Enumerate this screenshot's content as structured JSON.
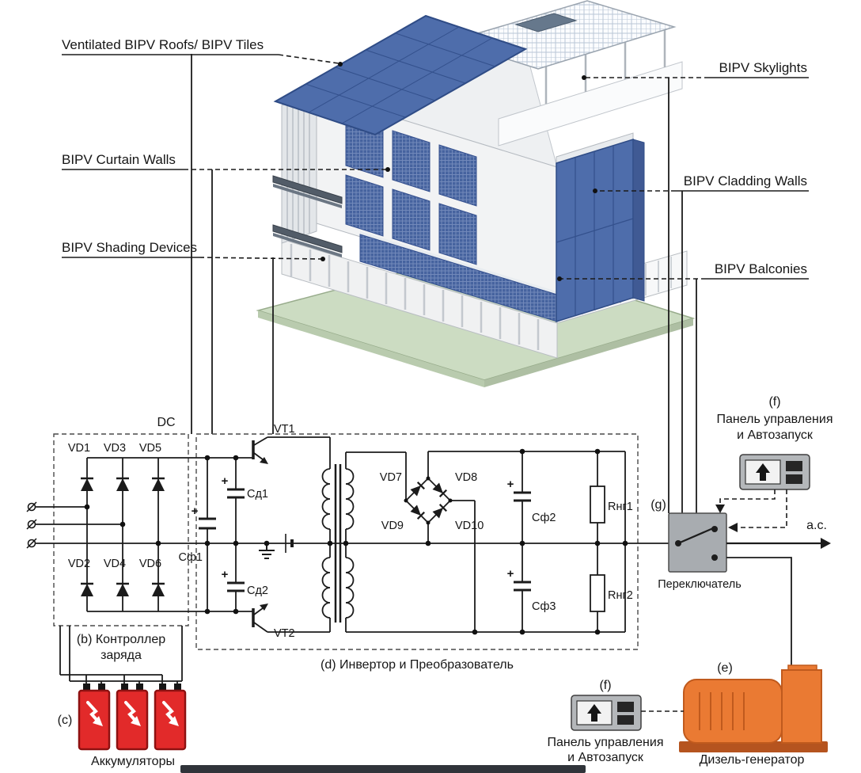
{
  "building": {
    "labels": {
      "roofs": "Ventilated BIPV Roofs/ BIPV Tiles",
      "curtain_walls": "BIPV Curtain Walls",
      "shading_devices": "BIPV Shading Devices",
      "skylights": "BIPV Skylights",
      "cladding_walls": "BIPV Cladding Walls",
      "balconies": "BIPV Balconies"
    }
  },
  "circuit": {
    "dc": "DC",
    "ac": "a.c.",
    "plus": "+",
    "diodes": [
      "VD1",
      "VD2",
      "VD3",
      "VD4",
      "VD5",
      "VD6",
      "VD7",
      "VD8",
      "VD9",
      "VD10"
    ],
    "transistors": [
      "VT1",
      "VT2"
    ],
    "capacitors": {
      "cf1": "Сф1",
      "cd1": "Сд1",
      "cd2": "Сд2",
      "cf2": "Сф2",
      "cf3": "Сф3"
    },
    "resistors": [
      "Rнг1",
      "Rнг2"
    ]
  },
  "blocks": {
    "controller": {
      "title_line1": "(b) Контроллер",
      "title_line2": "заряда"
    },
    "inverter": {
      "title": "(d) Инвертор и Преобразователь"
    },
    "batteries": {
      "tag": "(c)",
      "title": "Аккумуляторы"
    },
    "generator": {
      "tag": "(e)",
      "title": "Дизель-генератор"
    },
    "control_panel_top": {
      "tag": "(f)",
      "title_line1": "Панель управления",
      "title_line2": "и Автозапуск"
    },
    "control_panel_bottom": {
      "tag": "(f)",
      "title_line1": "Панель управления",
      "title_line2": "и Автозапуск"
    },
    "switch": {
      "tag": "(g)",
      "title": "Переключатель"
    }
  },
  "colors": {
    "pv_blue": "#4e6dab",
    "battery_red": "#e22a2a",
    "generator_orange": "#ea7a33",
    "panel_gray": "#b4b7ba",
    "switch_gray": "#a8acb0",
    "base_green": "#ccdcc2"
  }
}
